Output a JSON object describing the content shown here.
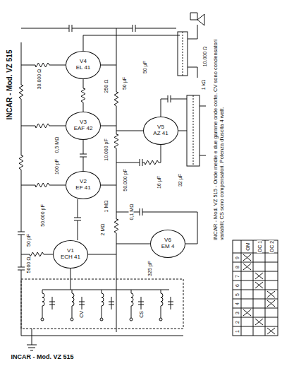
{
  "diagram": {
    "caption": "INCAR - Mod. VZ 515 - Onde medie e due gamme onde corte. CV sono condensatori variabili; CS sono compensatori. Potenza d'uscita 4 watt.",
    "nodes": [
      {
        "text": [
          "V4",
          "EL 41"
        ]
      },
      {
        "text": [
          "V3",
          "EAF 42"
        ]
      },
      {
        "text": [
          "V2",
          "EF 41"
        ]
      },
      {
        "text": [
          "V1",
          "ECH 41"
        ]
      },
      {
        "text": [
          "V5",
          "AZ 41"
        ]
      },
      {
        "text": [
          "V6",
          "EM 4"
        ]
      }
    ],
    "labels": [
      "INCAR - Mod. VZ 515",
      "50 μF",
      "250 Ω",
      "50 μF",
      "0,5 MΩ",
      "10.000 pF",
      "50.000 pF",
      "100 pF",
      "1 MΩ",
      "0,1 MΩ",
      "50.000 pF",
      "50 pF",
      "325 pF",
      "5000 Ω",
      "2 MΩ",
      "32 μF",
      "16 μF",
      "1 kΩ",
      "30.000 Ω",
      "10.000 Ω",
      "CV",
      "CS",
      "1",
      "2",
      "3",
      "4",
      "5",
      "6",
      "7",
      "8",
      "9",
      "OM",
      "OC 1",
      "OC 2",
      "INCAR - Mod. VZ 515"
    ]
  }
}
